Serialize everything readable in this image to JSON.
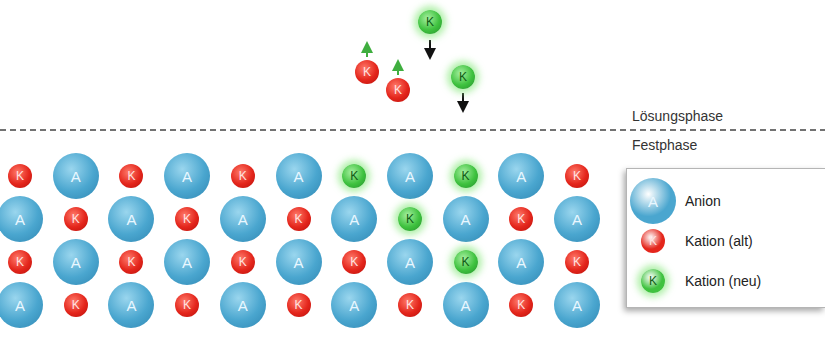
{
  "diagram": {
    "nodes": [
      {
        "text": [
          "K"
        ]
      },
      {
        "text": [
          "K"
        ]
      },
      {
        "text": [
          "K"
        ]
      },
      {
        "text": [
          "K"
        ]
      },
      {
        "text": [
          "K"
        ]
      },
      {
        "text": [
          "A"
        ]
      },
      {
        "text": [
          "K"
        ]
      },
      {
        "text": [
          "A"
        ]
      },
      {
        "text": [
          "K"
        ]
      },
      {
        "text": [
          "A"
        ]
      },
      {
        "text": [
          "K"
        ]
      },
      {
        "text": [
          "A"
        ]
      },
      {
        "text": [
          "K"
        ]
      },
      {
        "text": [
          "A"
        ]
      },
      {
        "text": [
          "K"
        ]
      },
      {
        "text": [
          "A"
        ]
      },
      {
        "text": [
          "K"
        ]
      },
      {
        "text": [
          "A"
        ]
      },
      {
        "text": [
          "K"
        ]
      },
      {
        "text": [
          "A"
        ]
      },
      {
        "text": [
          "K"
        ]
      },
      {
        "text": [
          "A"
        ]
      },
      {
        "text": [
          "K"
        ]
      },
      {
        "text": [
          "A"
        ]
      },
      {
        "text": [
          "K"
        ]
      },
      {
        "text": [
          "A"
        ]
      },
      {
        "text": [
          "K"
        ]
      },
      {
        "text": [
          "A"
        ]
      },
      {
        "text": [
          "K"
        ]
      },
      {
        "text": [
          "A"
        ]
      },
      {
        "text": [
          "K"
        ]
      },
      {
        "text": [
          "A"
        ]
      },
      {
        "text": [
          "K"
        ]
      },
      {
        "text": [
          "A"
        ]
      },
      {
        "text": [
          "K"
        ]
      },
      {
        "text": [
          "A"
        ]
      },
      {
        "text": [
          "K"
        ]
      },
      {
        "text": [
          "A"
        ]
      },
      {
        "text": [
          "K"
        ]
      },
      {
        "text": [
          "A"
        ]
      },
      {
        "text": [
          "K"
        ]
      },
      {
        "text": [
          "A"
        ]
      },
      {
        "text": [
          "K"
        ]
      },
      {
        "text": [
          "A"
        ]
      },
      {
        "text": [
          "K"
        ]
      },
      {
        "text": [
          "A"
        ]
      },
      {
        "text": [
          "K"
        ]
      },
      {
        "text": [
          "A"
        ]
      }
    ],
    "labels": [
      "Lösungsphase",
      "Festphase",
      "A",
      "K",
      "K"
    ],
    "legend": [
      {
        "text": "Anion",
        "color": "#4aa6cf"
      },
      {
        "text": "Kation (alt)",
        "color": "#e4261c"
      },
      {
        "text": "Kation (neu)",
        "color": "#3fc23f"
      }
    ]
  }
}
